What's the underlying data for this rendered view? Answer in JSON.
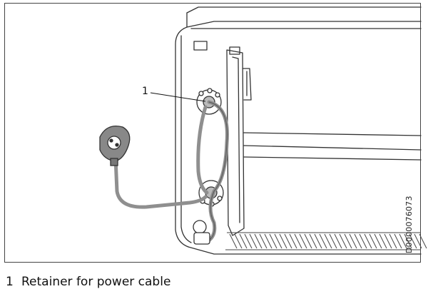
{
  "figure": {
    "callout_number": "1",
    "document_id": "D0000076073"
  },
  "legend": {
    "items": [
      {
        "number": "1",
        "text": "Retainer for power cable"
      }
    ]
  },
  "icons": {
    "plug": "power-plug-icon",
    "retainer": "cable-retainer-icon"
  }
}
